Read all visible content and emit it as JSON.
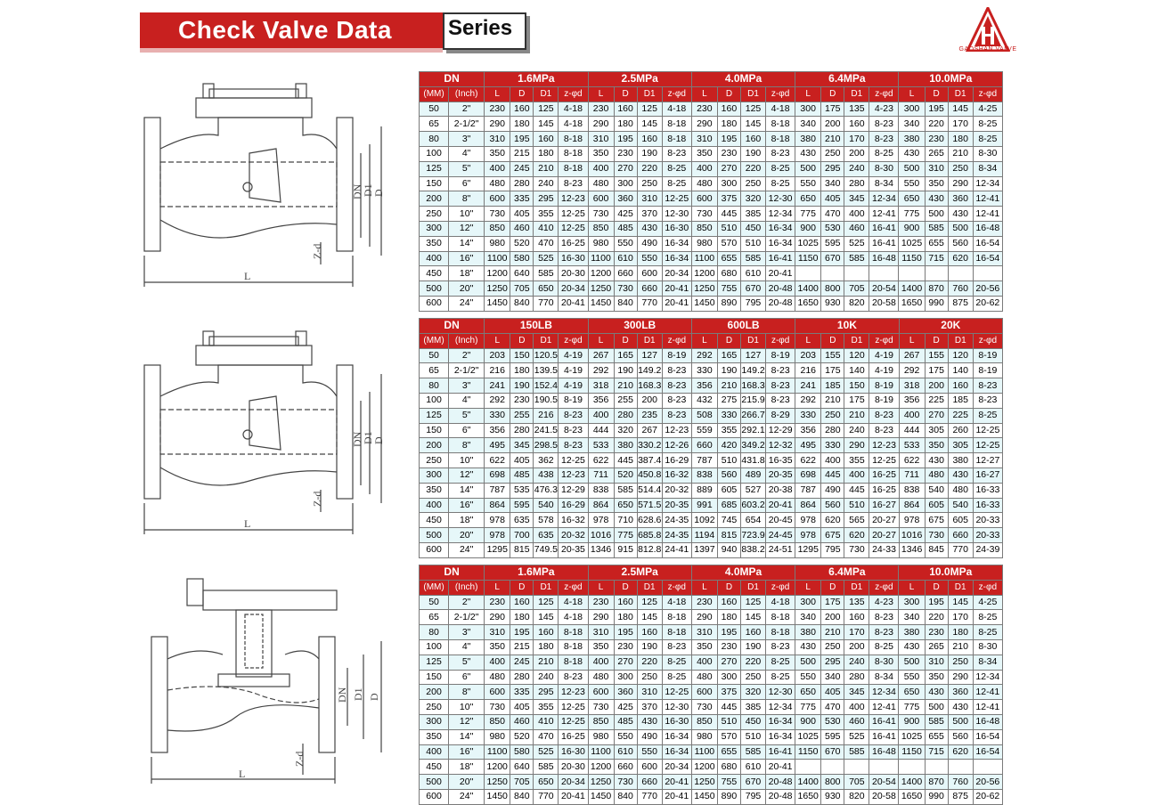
{
  "header": {
    "title": "Check Valve Data",
    "series_label": "Series",
    "logo_text": "GAOSHAN VALVE"
  },
  "drawing_labels": {
    "length": "L",
    "dn": "DN",
    "d1": "D1",
    "d": "D",
    "bolts": "Z-d"
  },
  "tables": [
    {
      "dn_label": "DN",
      "mm_label": "(MM)",
      "inch_label": "(Inch)",
      "groups": [
        "1.6MPa",
        "2.5MPa",
        "4.0MPa",
        "6.4MPa",
        "10.0MPa"
      ],
      "cols": [
        "L",
        "D",
        "D1",
        "z-φd"
      ],
      "rows": [
        [
          "50",
          "2\"",
          "230",
          "160",
          "125",
          "4-18",
          "230",
          "160",
          "125",
          "4-18",
          "230",
          "160",
          "125",
          "4-18",
          "300",
          "175",
          "135",
          "4-23",
          "300",
          "195",
          "145",
          "4-25"
        ],
        [
          "65",
          "2-1/2\"",
          "290",
          "180",
          "145",
          "4-18",
          "290",
          "180",
          "145",
          "8-18",
          "290",
          "180",
          "145",
          "8-18",
          "340",
          "200",
          "160",
          "8-23",
          "340",
          "220",
          "170",
          "8-25"
        ],
        [
          "80",
          "3\"",
          "310",
          "195",
          "160",
          "8-18",
          "310",
          "195",
          "160",
          "8-18",
          "310",
          "195",
          "160",
          "8-18",
          "380",
          "210",
          "170",
          "8-23",
          "380",
          "230",
          "180",
          "8-25"
        ],
        [
          "100",
          "4\"",
          "350",
          "215",
          "180",
          "8-18",
          "350",
          "230",
          "190",
          "8-23",
          "350",
          "230",
          "190",
          "8-23",
          "430",
          "250",
          "200",
          "8-25",
          "430",
          "265",
          "210",
          "8-30"
        ],
        [
          "125",
          "5\"",
          "400",
          "245",
          "210",
          "8-18",
          "400",
          "270",
          "220",
          "8-25",
          "400",
          "270",
          "220",
          "8-25",
          "500",
          "295",
          "240",
          "8-30",
          "500",
          "310",
          "250",
          "8-34"
        ],
        [
          "150",
          "6\"",
          "480",
          "280",
          "240",
          "8-23",
          "480",
          "300",
          "250",
          "8-25",
          "480",
          "300",
          "250",
          "8-25",
          "550",
          "340",
          "280",
          "8-34",
          "550",
          "350",
          "290",
          "12-34"
        ],
        [
          "200",
          "8\"",
          "600",
          "335",
          "295",
          "12-23",
          "600",
          "360",
          "310",
          "12-25",
          "600",
          "375",
          "320",
          "12-30",
          "650",
          "405",
          "345",
          "12-34",
          "650",
          "430",
          "360",
          "12-41"
        ],
        [
          "250",
          "10\"",
          "730",
          "405",
          "355",
          "12-25",
          "730",
          "425",
          "370",
          "12-30",
          "730",
          "445",
          "385",
          "12-34",
          "775",
          "470",
          "400",
          "12-41",
          "775",
          "500",
          "430",
          "12-41"
        ],
        [
          "300",
          "12\"",
          "850",
          "460",
          "410",
          "12-25",
          "850",
          "485",
          "430",
          "16-30",
          "850",
          "510",
          "450",
          "16-34",
          "900",
          "530",
          "460",
          "16-41",
          "900",
          "585",
          "500",
          "16-48"
        ],
        [
          "350",
          "14\"",
          "980",
          "520",
          "470",
          "16-25",
          "980",
          "550",
          "490",
          "16-34",
          "980",
          "570",
          "510",
          "16-34",
          "1025",
          "595",
          "525",
          "16-41",
          "1025",
          "655",
          "560",
          "16-54"
        ],
        [
          "400",
          "16\"",
          "1100",
          "580",
          "525",
          "16-30",
          "1100",
          "610",
          "550",
          "16-34",
          "1100",
          "655",
          "585",
          "16-41",
          "1150",
          "670",
          "585",
          "16-48",
          "1150",
          "715",
          "620",
          "16-54"
        ],
        [
          "450",
          "18\"",
          "1200",
          "640",
          "585",
          "20-30",
          "1200",
          "660",
          "600",
          "20-34",
          "1200",
          "680",
          "610",
          "20-41",
          "",
          "",
          "",
          "",
          "",
          "",
          "",
          ""
        ],
        [
          "500",
          "20\"",
          "1250",
          "705",
          "650",
          "20-34",
          "1250",
          "730",
          "660",
          "20-41",
          "1250",
          "755",
          "670",
          "20-48",
          "1400",
          "800",
          "705",
          "20-54",
          "1400",
          "870",
          "760",
          "20-56"
        ],
        [
          "600",
          "24\"",
          "1450",
          "840",
          "770",
          "20-41",
          "1450",
          "840",
          "770",
          "20-41",
          "1450",
          "890",
          "795",
          "20-48",
          "1650",
          "930",
          "820",
          "20-58",
          "1650",
          "990",
          "875",
          "20-62"
        ]
      ]
    },
    {
      "dn_label": "DN",
      "mm_label": "(MM)",
      "inch_label": "(Inch)",
      "groups": [
        "150LB",
        "300LB",
        "600LB",
        "10K",
        "20K"
      ],
      "cols": [
        "L",
        "D",
        "D1",
        "z-φd"
      ],
      "rows": [
        [
          "50",
          "2\"",
          "203",
          "150",
          "120.5",
          "4-19",
          "267",
          "165",
          "127",
          "8-19",
          "292",
          "165",
          "127",
          "8-19",
          "203",
          "155",
          "120",
          "4-19",
          "267",
          "155",
          "120",
          "8-19"
        ],
        [
          "65",
          "2-1/2\"",
          "216",
          "180",
          "139.5",
          "4-19",
          "292",
          "190",
          "149.2",
          "8-23",
          "330",
          "190",
          "149.2",
          "8-23",
          "216",
          "175",
          "140",
          "4-19",
          "292",
          "175",
          "140",
          "8-19"
        ],
        [
          "80",
          "3\"",
          "241",
          "190",
          "152.4",
          "4-19",
          "318",
          "210",
          "168.3",
          "8-23",
          "356",
          "210",
          "168.3",
          "8-23",
          "241",
          "185",
          "150",
          "8-19",
          "318",
          "200",
          "160",
          "8-23"
        ],
        [
          "100",
          "4\"",
          "292",
          "230",
          "190.5",
          "8-19",
          "356",
          "255",
          "200",
          "8-23",
          "432",
          "275",
          "215.9",
          "8-23",
          "292",
          "210",
          "175",
          "8-19",
          "356",
          "225",
          "185",
          "8-23"
        ],
        [
          "125",
          "5\"",
          "330",
          "255",
          "216",
          "8-23",
          "400",
          "280",
          "235",
          "8-23",
          "508",
          "330",
          "266.7",
          "8-29",
          "330",
          "250",
          "210",
          "8-23",
          "400",
          "270",
          "225",
          "8-25"
        ],
        [
          "150",
          "6\"",
          "356",
          "280",
          "241.5",
          "8-23",
          "444",
          "320",
          "267",
          "12-23",
          "559",
          "355",
          "292.1",
          "12-29",
          "356",
          "280",
          "240",
          "8-23",
          "444",
          "305",
          "260",
          "12-25"
        ],
        [
          "200",
          "8\"",
          "495",
          "345",
          "298.5",
          "8-23",
          "533",
          "380",
          "330.2",
          "12-26",
          "660",
          "420",
          "349.2",
          "12-32",
          "495",
          "330",
          "290",
          "12-23",
          "533",
          "350",
          "305",
          "12-25"
        ],
        [
          "250",
          "10\"",
          "622",
          "405",
          "362",
          "12-25",
          "622",
          "445",
          "387.4",
          "16-29",
          "787",
          "510",
          "431.8",
          "16-35",
          "622",
          "400",
          "355",
          "12-25",
          "622",
          "430",
          "380",
          "12-27"
        ],
        [
          "300",
          "12\"",
          "698",
          "485",
          "438",
          "12-23",
          "711",
          "520",
          "450.8",
          "16-32",
          "838",
          "560",
          "489",
          "20-35",
          "698",
          "445",
          "400",
          "16-25",
          "711",
          "480",
          "430",
          "16-27"
        ],
        [
          "350",
          "14\"",
          "787",
          "535",
          "476.3",
          "12-29",
          "838",
          "585",
          "514.4",
          "20-32",
          "889",
          "605",
          "527",
          "20-38",
          "787",
          "490",
          "445",
          "16-25",
          "838",
          "540",
          "480",
          "16-33"
        ],
        [
          "400",
          "16\"",
          "864",
          "595",
          "540",
          "16-29",
          "864",
          "650",
          "571.5",
          "20-35",
          "991",
          "685",
          "603.2",
          "20-41",
          "864",
          "560",
          "510",
          "16-27",
          "864",
          "605",
          "540",
          "16-33"
        ],
        [
          "450",
          "18\"",
          "978",
          "635",
          "578",
          "16-32",
          "978",
          "710",
          "628.6",
          "24-35",
          "1092",
          "745",
          "654",
          "20-45",
          "978",
          "620",
          "565",
          "20-27",
          "978",
          "675",
          "605",
          "20-33"
        ],
        [
          "500",
          "20\"",
          "978",
          "700",
          "635",
          "20-32",
          "1016",
          "775",
          "685.8",
          "24-35",
          "1194",
          "815",
          "723.9",
          "24-45",
          "978",
          "675",
          "620",
          "20-27",
          "1016",
          "730",
          "660",
          "20-33"
        ],
        [
          "600",
          "24\"",
          "1295",
          "815",
          "749.5",
          "20-35",
          "1346",
          "915",
          "812.8",
          "24-41",
          "1397",
          "940",
          "838.2",
          "24-51",
          "1295",
          "795",
          "730",
          "24-33",
          "1346",
          "845",
          "770",
          "24-39"
        ]
      ]
    },
    {
      "dn_label": "DN",
      "mm_label": "(MM)",
      "inch_label": "(Inch)",
      "groups": [
        "1.6MPa",
        "2.5MPa",
        "4.0MPa",
        "6.4MPa",
        "10.0MPa"
      ],
      "cols": [
        "L",
        "D",
        "D1",
        "z-φd"
      ],
      "rows": [
        [
          "50",
          "2\"",
          "230",
          "160",
          "125",
          "4-18",
          "230",
          "160",
          "125",
          "4-18",
          "230",
          "160",
          "125",
          "4-18",
          "300",
          "175",
          "135",
          "4-23",
          "300",
          "195",
          "145",
          "4-25"
        ],
        [
          "65",
          "2-1/2\"",
          "290",
          "180",
          "145",
          "4-18",
          "290",
          "180",
          "145",
          "8-18",
          "290",
          "180",
          "145",
          "8-18",
          "340",
          "200",
          "160",
          "8-23",
          "340",
          "220",
          "170",
          "8-25"
        ],
        [
          "80",
          "3\"",
          "310",
          "195",
          "160",
          "8-18",
          "310",
          "195",
          "160",
          "8-18",
          "310",
          "195",
          "160",
          "8-18",
          "380",
          "210",
          "170",
          "8-23",
          "380",
          "230",
          "180",
          "8-25"
        ],
        [
          "100",
          "4\"",
          "350",
          "215",
          "180",
          "8-18",
          "350",
          "230",
          "190",
          "8-23",
          "350",
          "230",
          "190",
          "8-23",
          "430",
          "250",
          "200",
          "8-25",
          "430",
          "265",
          "210",
          "8-30"
        ],
        [
          "125",
          "5\"",
          "400",
          "245",
          "210",
          "8-18",
          "400",
          "270",
          "220",
          "8-25",
          "400",
          "270",
          "220",
          "8-25",
          "500",
          "295",
          "240",
          "8-30",
          "500",
          "310",
          "250",
          "8-34"
        ],
        [
          "150",
          "6\"",
          "480",
          "280",
          "240",
          "8-23",
          "480",
          "300",
          "250",
          "8-25",
          "480",
          "300",
          "250",
          "8-25",
          "550",
          "340",
          "280",
          "8-34",
          "550",
          "350",
          "290",
          "12-34"
        ],
        [
          "200",
          "8\"",
          "600",
          "335",
          "295",
          "12-23",
          "600",
          "360",
          "310",
          "12-25",
          "600",
          "375",
          "320",
          "12-30",
          "650",
          "405",
          "345",
          "12-34",
          "650",
          "430",
          "360",
          "12-41"
        ],
        [
          "250",
          "10\"",
          "730",
          "405",
          "355",
          "12-25",
          "730",
          "425",
          "370",
          "12-30",
          "730",
          "445",
          "385",
          "12-34",
          "775",
          "470",
          "400",
          "12-41",
          "775",
          "500",
          "430",
          "12-41"
        ],
        [
          "300",
          "12\"",
          "850",
          "460",
          "410",
          "12-25",
          "850",
          "485",
          "430",
          "16-30",
          "850",
          "510",
          "450",
          "16-34",
          "900",
          "530",
          "460",
          "16-41",
          "900",
          "585",
          "500",
          "16-48"
        ],
        [
          "350",
          "14\"",
          "980",
          "520",
          "470",
          "16-25",
          "980",
          "550",
          "490",
          "16-34",
          "980",
          "570",
          "510",
          "16-34",
          "1025",
          "595",
          "525",
          "16-41",
          "1025",
          "655",
          "560",
          "16-54"
        ],
        [
          "400",
          "16\"",
          "1100",
          "580",
          "525",
          "16-30",
          "1100",
          "610",
          "550",
          "16-34",
          "1100",
          "655",
          "585",
          "16-41",
          "1150",
          "670",
          "585",
          "16-48",
          "1150",
          "715",
          "620",
          "16-54"
        ],
        [
          "450",
          "18\"",
          "1200",
          "640",
          "585",
          "20-30",
          "1200",
          "660",
          "600",
          "20-34",
          "1200",
          "680",
          "610",
          "20-41",
          "",
          "",
          "",
          "",
          "",
          "",
          "",
          ""
        ],
        [
          "500",
          "20\"",
          "1250",
          "705",
          "650",
          "20-34",
          "1250",
          "730",
          "660",
          "20-41",
          "1250",
          "755",
          "670",
          "20-48",
          "1400",
          "800",
          "705",
          "20-54",
          "1400",
          "870",
          "760",
          "20-56"
        ],
        [
          "600",
          "24\"",
          "1450",
          "840",
          "770",
          "20-41",
          "1450",
          "840",
          "770",
          "20-41",
          "1450",
          "890",
          "795",
          "20-48",
          "1650",
          "930",
          "820",
          "20-58",
          "1650",
          "990",
          "875",
          "20-62"
        ]
      ]
    }
  ],
  "colors": {
    "brand_red": "#c8201f",
    "row_tint": "#e6f7f9",
    "line_gray": "#7a7a7a"
  }
}
